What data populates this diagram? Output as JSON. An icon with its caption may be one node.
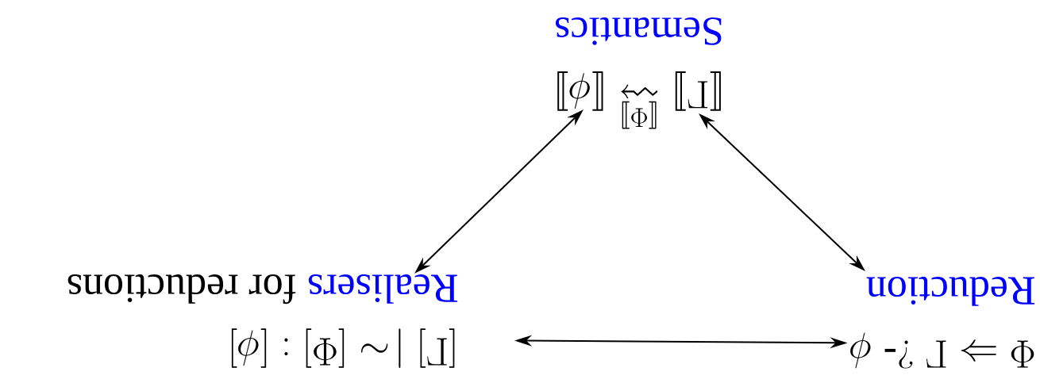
{
  "diagram": {
    "nodes": [
      {
        "text": [
          "\\Phi \\Rightarrow \\Gamma \\mathrel{?\\text{-}} \\phi",
          "Reduction"
        ]
      },
      {
        "text": [
          "[\\Gamma] \\mathrel{|\\!\\sim} [\\Phi] : [\\phi]",
          "Realisers",
          "for reductions"
        ]
      },
      {
        "text": [
          "\\llbracket \\Gamma \\rrbracket \\overset{\\llbracket \\Phi \\rrbracket}{\\rightsquigarrow} \\llbracket \\phi \\rrbracket",
          "Semantics"
        ]
      }
    ],
    "edges": [
      {
        "from": 1,
        "to": 2,
        "arrow": "both"
      },
      {
        "from": 0,
        "to": 2,
        "arrow": "both"
      },
      {
        "from": 0,
        "to": 1,
        "arrow": "both"
      }
    ]
  }
}
